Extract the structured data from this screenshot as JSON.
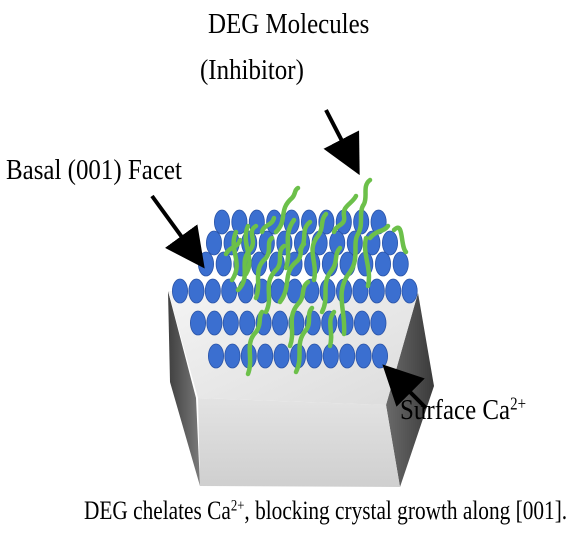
{
  "labels": {
    "deg_line1": "DEG Molecules",
    "deg_line2": "(Inhibitor)",
    "basal_facet": "Basal (001) Facet",
    "surface_ca_text": "Surface Ca",
    "surface_ca_charge": "2+",
    "caption_part1": "DEG chelates Ca",
    "caption_charge": "2+",
    "caption_part2": ", blocking crystal growth along [001]."
  },
  "colors": {
    "ion_fill": "#3b6fd0",
    "ion_stroke": "#2a54a8",
    "molecule": "#6cc04a",
    "crystal_top": "#ececec",
    "crystal_front": "#d6d6d6",
    "crystal_side": "#5e5e5e",
    "arrow": "#000000"
  }
}
